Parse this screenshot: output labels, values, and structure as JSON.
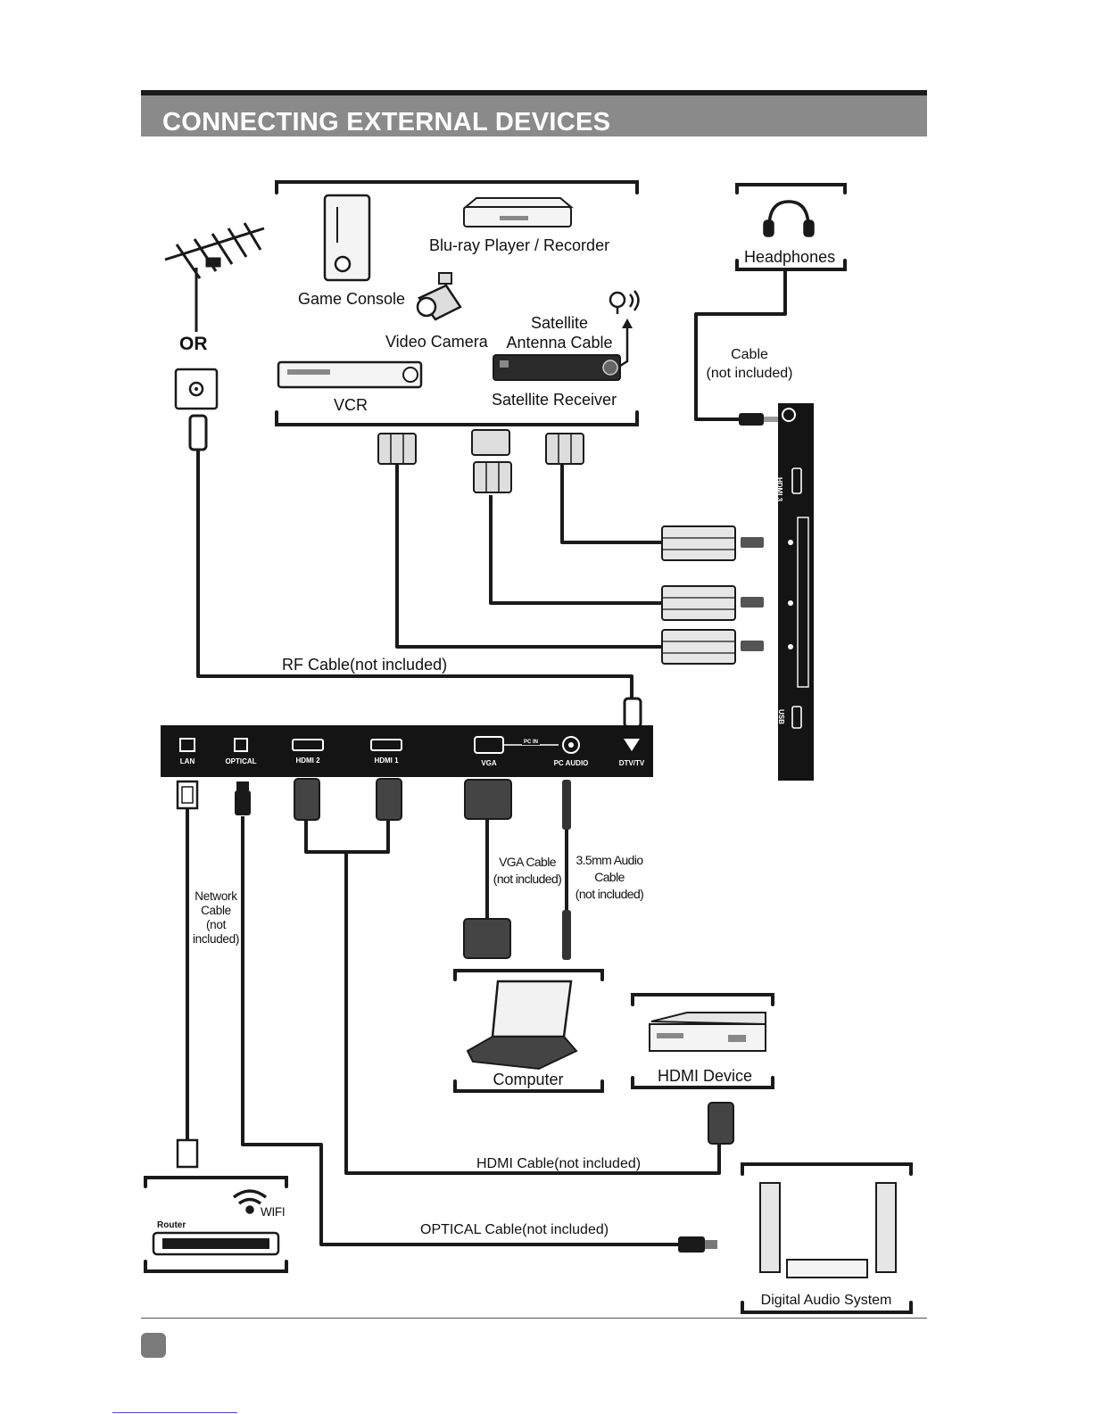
{
  "header": {
    "title": "CONNECTING EXTERNAL DEVICES"
  },
  "devices": {
    "game_console": "Game Console",
    "bluray": "Blu-ray Player / Recorder",
    "video_camera": "Video Camera",
    "satellite_antenna_line1": "Satellite",
    "satellite_antenna_line2": "Antenna Cable",
    "vcr": "VCR",
    "satellite_receiver": "Satellite Receiver",
    "headphones": "Headphones",
    "computer": "Computer",
    "hdmi_device": "HDMI Device",
    "router": "Router",
    "wifi": "WIFI",
    "digital_audio": "Digital Audio System"
  },
  "antenna": {
    "or_label": "OR"
  },
  "cables": {
    "headphone_line1": "Cable",
    "headphone_line2": "(not included)",
    "rf": "RF Cable(not included)",
    "network_line1": "Network",
    "network_line2": "Cable",
    "network_line3": "(not",
    "network_line4": "included)",
    "vga_line1": "VGA Cable",
    "vga_line2": "(not included)",
    "audio35_line1": "3.5mm Audio",
    "audio35_line2": "Cable",
    "audio35_line3": "(not included)",
    "hdmi": "HDMI Cable(not included)",
    "optical": "OPTICAL Cable(not included)"
  },
  "tv_panel": {
    "lan": "LAN",
    "optical": "OPTICAL",
    "hdmi2": "HDMI 2",
    "hdmi1": "HDMI 1",
    "pc_in": "PC IN",
    "vga": "VGA",
    "pc_audio": "PC AUDIO",
    "dtv": "DTV/TV"
  },
  "side_panel": {
    "hdmi3": "HDMI 3",
    "usb": "USB"
  }
}
